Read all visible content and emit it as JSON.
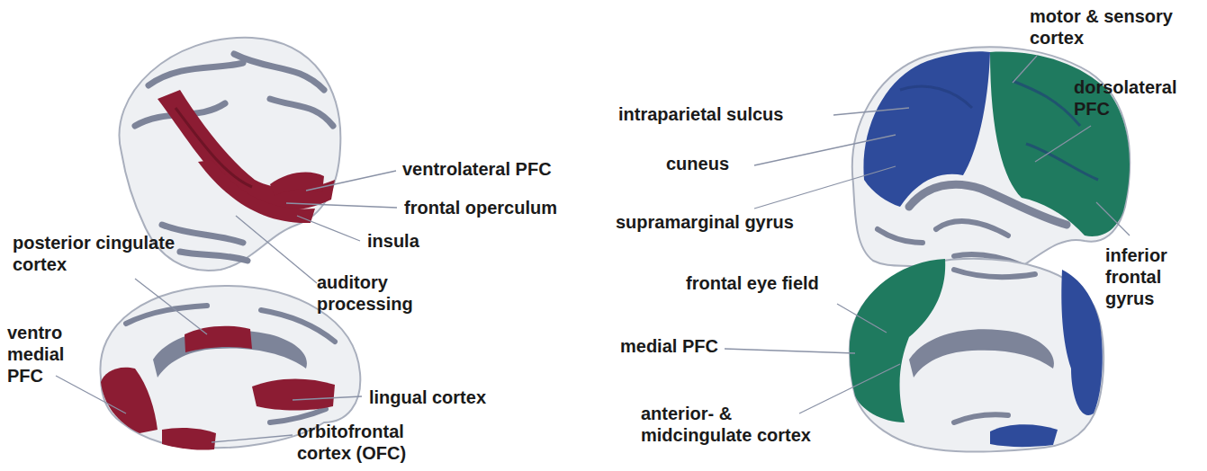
{
  "diagram": {
    "labels": [
      "ventrolateral PFC",
      "frontal operculum",
      "insula",
      "auditory processing",
      "posterior cingulate cortex",
      "ventro medial PFC",
      "lingual cortex",
      "orbitofrontal cortex (OFC)",
      "motor & sensory cortex",
      "intraparietal sulcus",
      "dorsolateral PFC",
      "cuneus",
      "supramarginal gyrus",
      "inferior frontal gyrus",
      "frontal eye field",
      "medial PFC",
      "anterior- & midcingulate cortex"
    ]
  }
}
